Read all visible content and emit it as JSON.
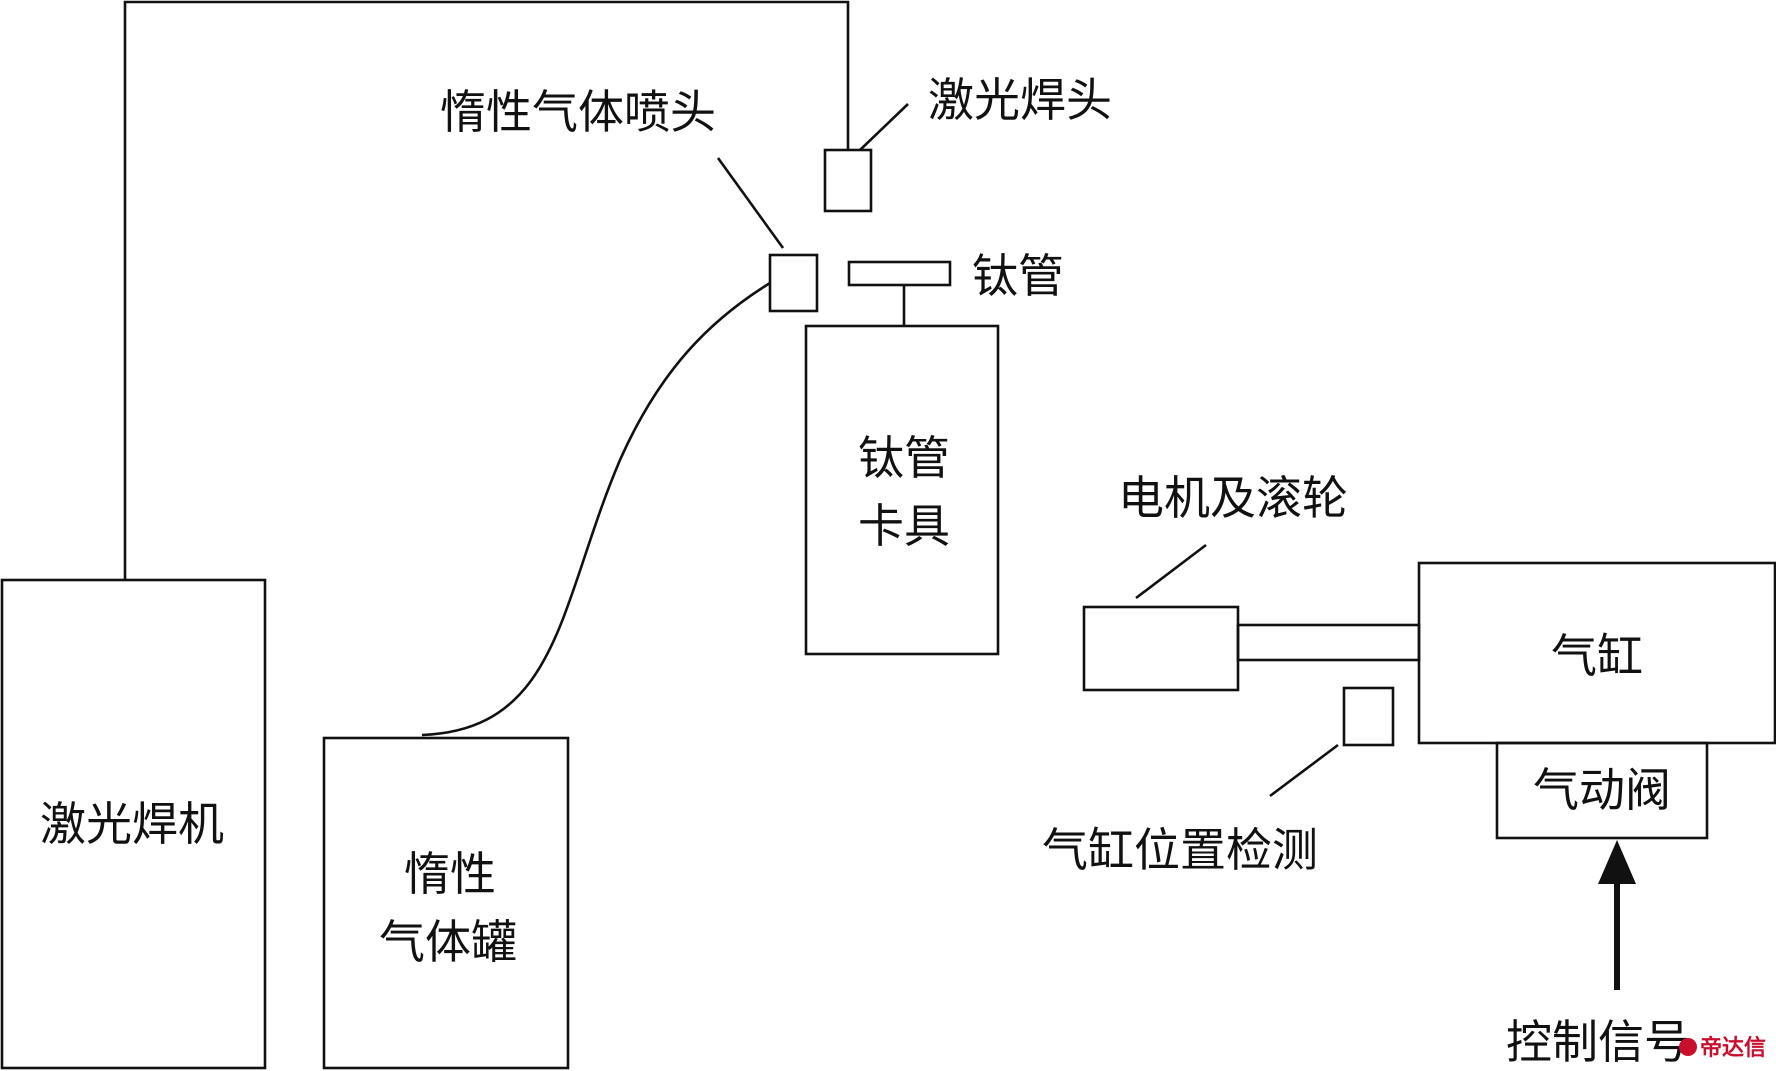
{
  "labels": {
    "laser_welder": "激光焊机",
    "inert_gas_tank_line1": "惰性",
    "inert_gas_tank_line2": "气体罐",
    "inert_gas_nozzle": "惰性气体喷头",
    "laser_weld_head": "激光焊头",
    "titanium_tube": "钛管",
    "tube_fixture_line1": "钛管",
    "tube_fixture_line2": "卡具",
    "motor_rollers": "电机及滚轮",
    "cylinder": "气缸",
    "pneumatic_valve": "气动阀",
    "cylinder_position_detect": "气缸位置检测",
    "control_signal": "控制信号"
  },
  "watermark": "帝达信",
  "colors": {
    "stroke": "#111111",
    "watermark": "#c8102e"
  }
}
